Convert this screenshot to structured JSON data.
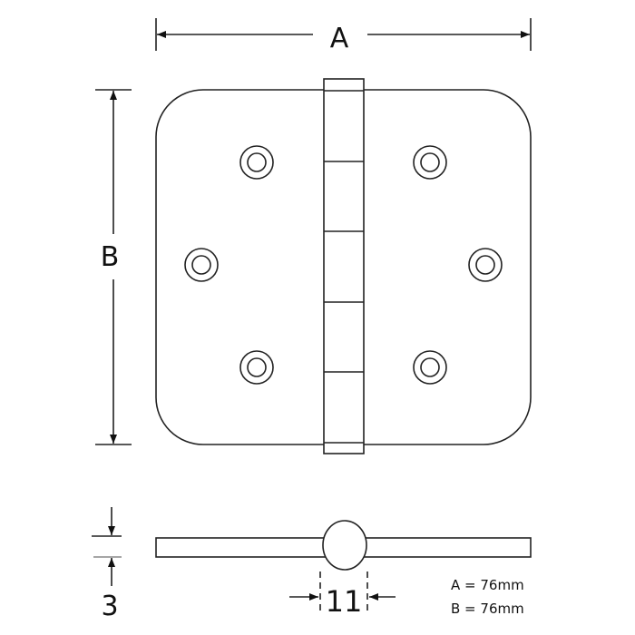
{
  "dimensions": {
    "width_label": "A",
    "height_label": "B",
    "thickness_label": "3",
    "knuckle_label": "11"
  },
  "legend": {
    "a_value": "A = 76mm",
    "b_value": "B = 76mm"
  },
  "colors": {
    "line": "#222222",
    "background": "#ffffff"
  }
}
